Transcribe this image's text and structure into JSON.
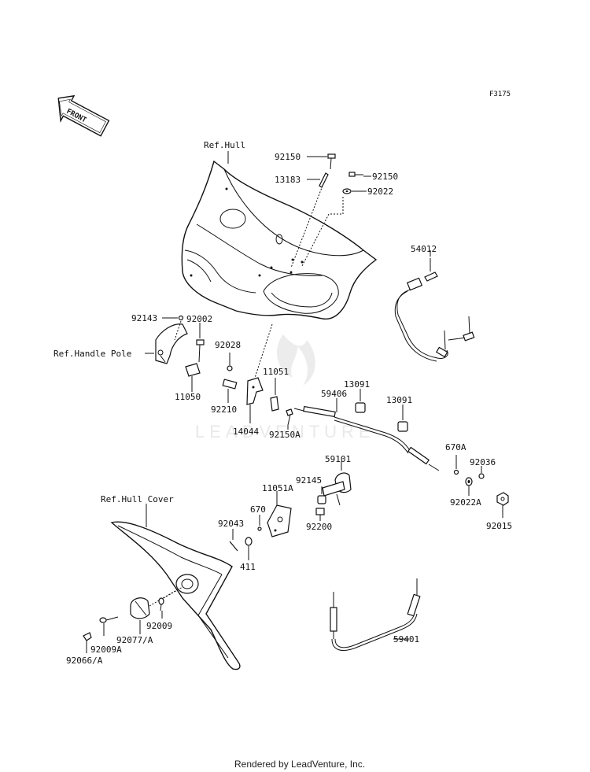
{
  "figure_code": "F3175",
  "front_label": "FRONT",
  "watermark": "LEADVENTURE",
  "footer": "Rendered by LeadVenture, Inc.",
  "refs": {
    "hull": "Ref.Hull",
    "handle_pole": "Ref.Handle Pole",
    "hull_cover": "Ref.Hull Cover"
  },
  "parts": {
    "p92150_top": "92150",
    "p13183": "13183",
    "p92150_right": "92150",
    "p92022": "92022",
    "p54012": "54012",
    "p92143": "92143",
    "p92002": "92002",
    "p92028": "92028",
    "p11051": "11051",
    "p11050": "11050",
    "p92210": "92210",
    "p13091_a": "13091",
    "p59406": "59406",
    "p13091_b": "13091",
    "p14044": "14044",
    "p92150A": "92150A",
    "p670A": "670A",
    "p92036": "92036",
    "p59101": "59101",
    "p92145": "92145",
    "p11051A": "11051A",
    "p92022A": "92022A",
    "p92015": "92015",
    "p92200": "92200",
    "p670": "670",
    "p92043": "92043",
    "p411": "411",
    "p92009": "92009",
    "p92009A": "92009A",
    "p92077A": "92077/A",
    "p92066A": "92066/A",
    "p59401": "59401"
  }
}
